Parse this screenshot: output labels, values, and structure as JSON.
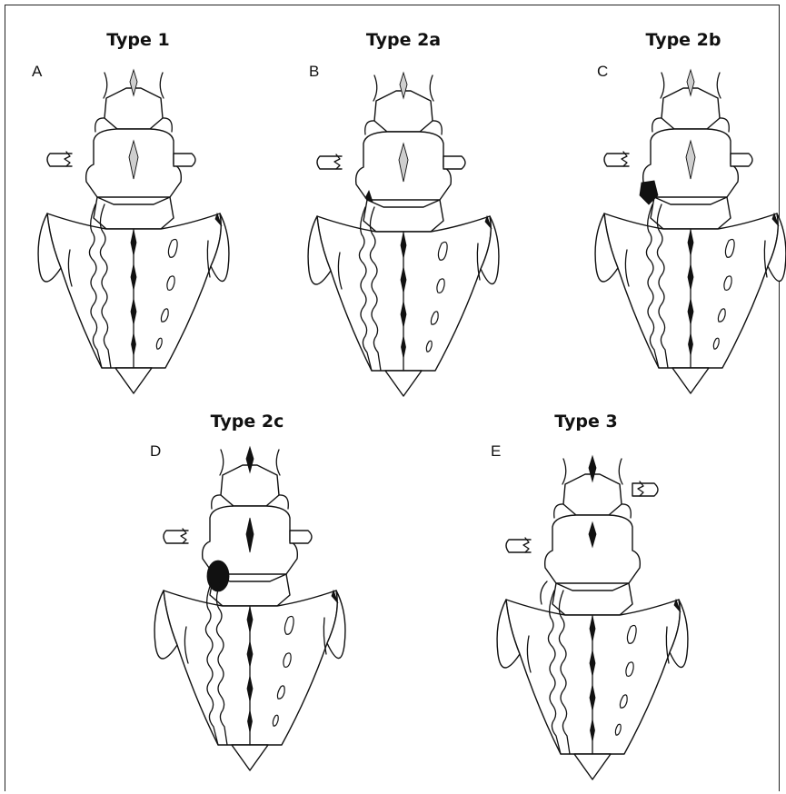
{
  "panels": [
    {
      "letter": "A",
      "title": "Type 1"
    },
    {
      "letter": "B",
      "title": "Type 2a"
    },
    {
      "letter": "C",
      "title": "Type 2b"
    },
    {
      "letter": "D",
      "title": "Type 2c"
    },
    {
      "letter": "E",
      "title": "Type 3"
    }
  ]
}
